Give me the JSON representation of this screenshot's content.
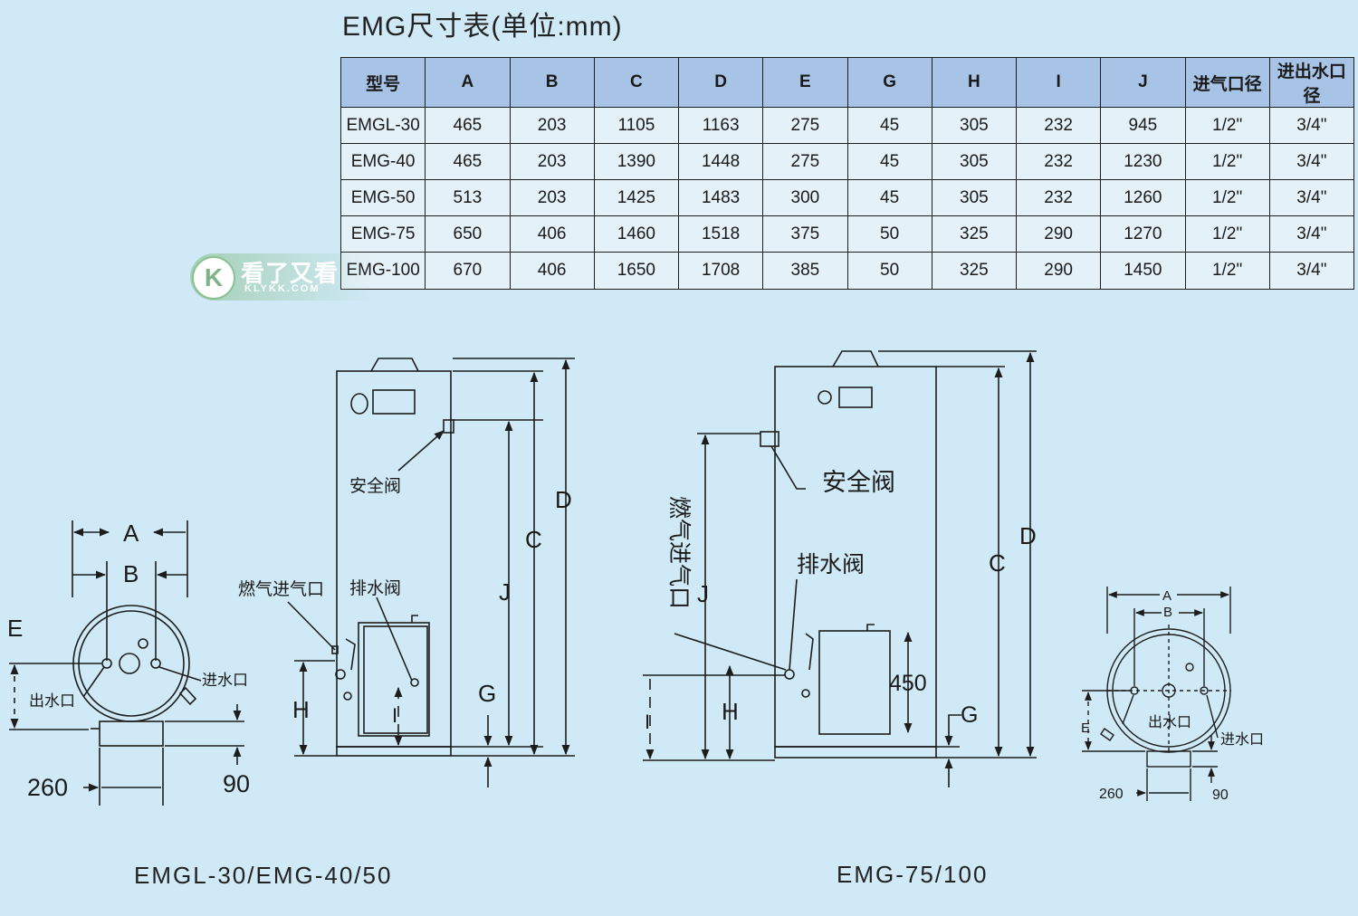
{
  "title": "EMG尺寸表(单位:mm)",
  "table": {
    "headers": [
      "型号",
      "A",
      "B",
      "C",
      "D",
      "E",
      "G",
      "H",
      "I",
      "J",
      "进气口径",
      "进出水口径"
    ],
    "rows": [
      [
        "EMGL-30",
        "465",
        "203",
        "1105",
        "1163",
        "275",
        "45",
        "305",
        "232",
        "945",
        "1/2\"",
        "3/4\""
      ],
      [
        "EMG-40",
        "465",
        "203",
        "1390",
        "1448",
        "275",
        "45",
        "305",
        "232",
        "1230",
        "1/2\"",
        "3/4\""
      ],
      [
        "EMG-50",
        "513",
        "203",
        "1425",
        "1483",
        "300",
        "45",
        "305",
        "232",
        "1260",
        "1/2\"",
        "3/4\""
      ],
      [
        "EMG-75",
        "650",
        "406",
        "1460",
        "1518",
        "375",
        "50",
        "325",
        "290",
        "1270",
        "1/2\"",
        "3/4\""
      ],
      [
        "EMG-100",
        "670",
        "406",
        "1650",
        "1708",
        "385",
        "50",
        "325",
        "290",
        "1450",
        "1/2\"",
        "3/4\""
      ]
    ]
  },
  "watermark": {
    "text": "看了又看",
    "sub": "KLYKK.COM",
    "logo": "K"
  },
  "left_figure": {
    "caption": "EMGL-30/EMG-40/50",
    "labels": {
      "A": "A",
      "B": "B",
      "C": "C",
      "D": "D",
      "E": "E",
      "G": "G",
      "H": "H",
      "I": "I",
      "J": "J",
      "safety_valve": "安全阀",
      "gas_inlet": "燃气进气口",
      "drain_valve": "排水阀",
      "water_in": "进水口",
      "water_out": "出水口",
      "dim_260": "260",
      "dim_90": "90"
    }
  },
  "right_figure": {
    "caption": "EMG-75/100",
    "labels": {
      "A": "A",
      "B": "B",
      "C": "C",
      "D": "D",
      "E": "E",
      "G": "G",
      "H": "H",
      "I": "I",
      "J": "J",
      "safety_valve": "安全阀",
      "gas_inlet": "燃气进气口",
      "drain_valve": "排水阀",
      "water_in": "进水口",
      "water_out": "出水口",
      "dim_260": "260",
      "dim_90": "90",
      "dim_450": "450"
    }
  },
  "colors": {
    "background": "#cfe9f6",
    "header": "#a7c3e6",
    "cell": "#e4f1f8",
    "line": "#1d1d1d"
  }
}
